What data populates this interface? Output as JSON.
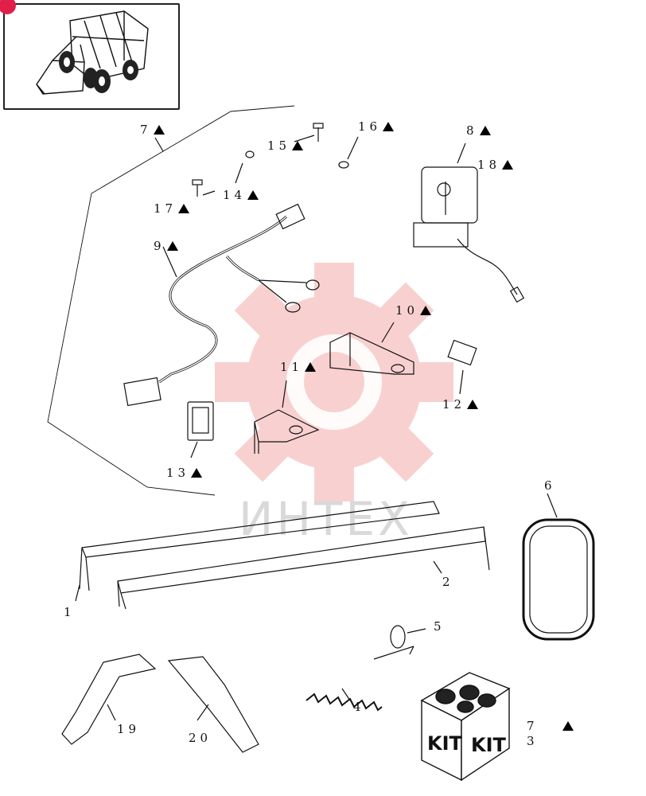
{
  "watermark": {
    "text": "ИНТЕХ",
    "color": "#f6b8b8"
  },
  "colors": {
    "line": "#111111",
    "badge": "#e0204a"
  },
  "callouts": [
    {
      "id": "c7",
      "text": "7",
      "marker": true
    },
    {
      "id": "c8",
      "text": "8",
      "marker": true
    },
    {
      "id": "c16",
      "text": "16",
      "marker": true
    },
    {
      "id": "c15",
      "text": "15",
      "marker": true
    },
    {
      "id": "c18",
      "text": "18",
      "marker": true
    },
    {
      "id": "c14",
      "text": "14",
      "marker": true
    },
    {
      "id": "c17",
      "text": "17",
      "marker": true
    },
    {
      "id": "c9",
      "text": "9",
      "marker": true
    },
    {
      "id": "c10",
      "text": "10",
      "marker": true
    },
    {
      "id": "c11",
      "text": "11",
      "marker": true
    },
    {
      "id": "c12",
      "text": "12",
      "marker": true
    },
    {
      "id": "c13",
      "text": "13",
      "marker": true
    },
    {
      "id": "c6",
      "text": "6",
      "marker": false
    },
    {
      "id": "c2",
      "text": "2",
      "marker": false
    },
    {
      "id": "c1",
      "text": "1",
      "marker": false
    },
    {
      "id": "c5",
      "text": "5",
      "marker": false
    },
    {
      "id": "c4",
      "text": "4",
      "marker": false
    },
    {
      "id": "c19",
      "text": "19",
      "marker": false
    },
    {
      "id": "c20",
      "text": "20",
      "marker": false
    },
    {
      "id": "c7b",
      "text": "7",
      "marker": true
    },
    {
      "id": "c3",
      "text": "3",
      "marker": false
    }
  ],
  "kit_box": {
    "label_front": "KIT",
    "label_side": "KIT"
  }
}
